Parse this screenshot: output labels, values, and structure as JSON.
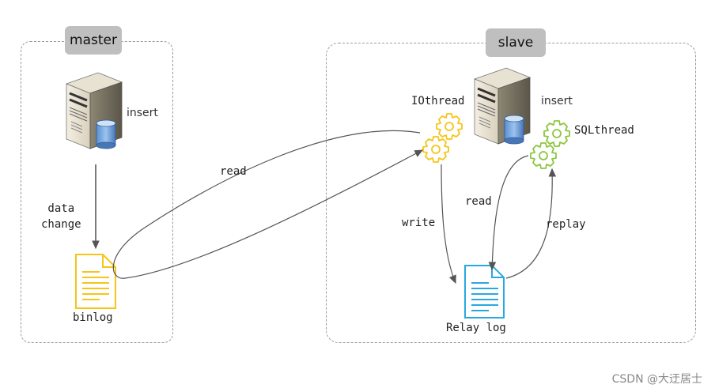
{
  "master": {
    "title": "master",
    "server_label": "insert",
    "edge_label": "data\nchange",
    "file_label": "binlog"
  },
  "slave": {
    "title": "slave",
    "server_label": "insert",
    "io_thread_label": "IOthread",
    "sql_thread_label": "SQLthread",
    "file_label": "Relay log"
  },
  "edges": {
    "read_binlog": "read",
    "write_relay": "write",
    "read_relay": "read",
    "replay": "replay"
  },
  "watermark": "CSDN @大迂居士",
  "colors": {
    "gear_yellow": "#f5c518",
    "gear_green": "#8cc63f",
    "binlog_file": "#f5c518",
    "relay_file": "#29a8e0",
    "arrow": "#555555"
  }
}
